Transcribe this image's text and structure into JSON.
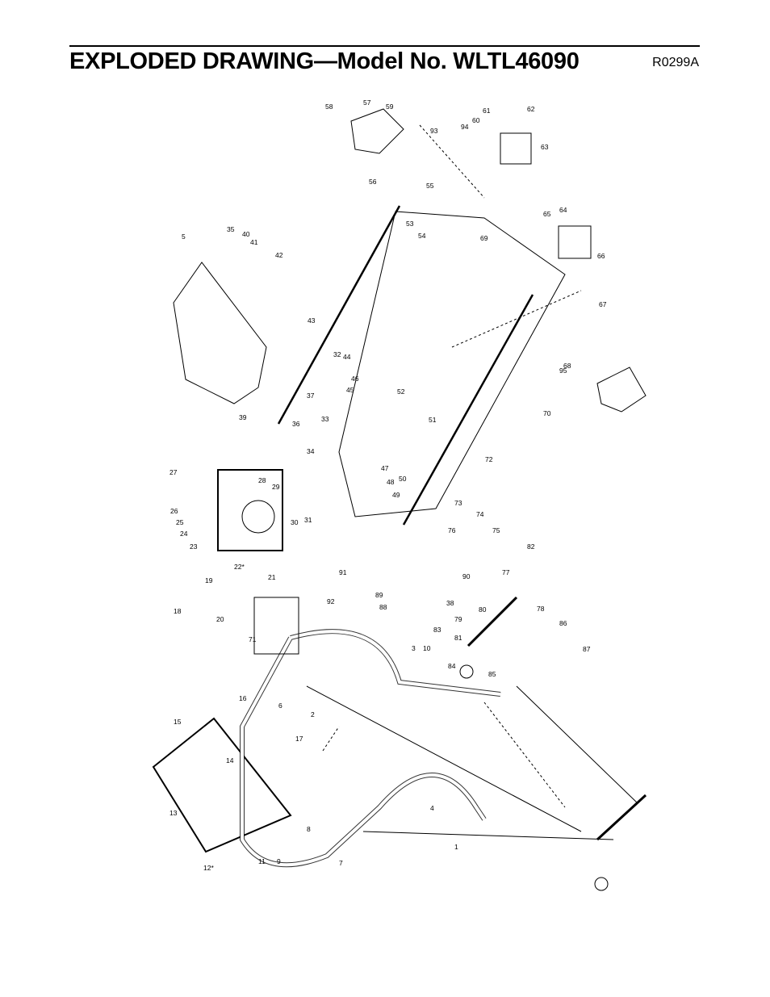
{
  "header": {
    "title": "EXPLODED DRAWING—Model No. WLTL46090",
    "code": "R0299A"
  },
  "drawing": {
    "callouts": [
      "1",
      "2",
      "3",
      "4",
      "5",
      "6",
      "7",
      "8",
      "9",
      "10",
      "11",
      "12*",
      "13",
      "14",
      "15",
      "16",
      "17",
      "18",
      "19",
      "20",
      "21",
      "22*",
      "23",
      "24",
      "25",
      "26",
      "27",
      "28",
      "29",
      "30",
      "31",
      "32",
      "33",
      "34",
      "35",
      "36",
      "37",
      "38",
      "39",
      "40",
      "41",
      "42",
      "43",
      "44",
      "45",
      "46",
      "47",
      "48",
      "49",
      "50",
      "51",
      "52",
      "53",
      "54",
      "55",
      "56",
      "57",
      "58",
      "59",
      "60",
      "61",
      "62",
      "63",
      "64",
      "65",
      "66",
      "67",
      "68",
      "69",
      "70",
      "71",
      "72",
      "73",
      "74",
      "75",
      "76",
      "77",
      "78",
      "79",
      "80",
      "81",
      "82",
      "83",
      "84",
      "85",
      "86",
      "87",
      "88",
      "89",
      "90",
      "91",
      "92",
      "93",
      "94",
      "95"
    ]
  }
}
